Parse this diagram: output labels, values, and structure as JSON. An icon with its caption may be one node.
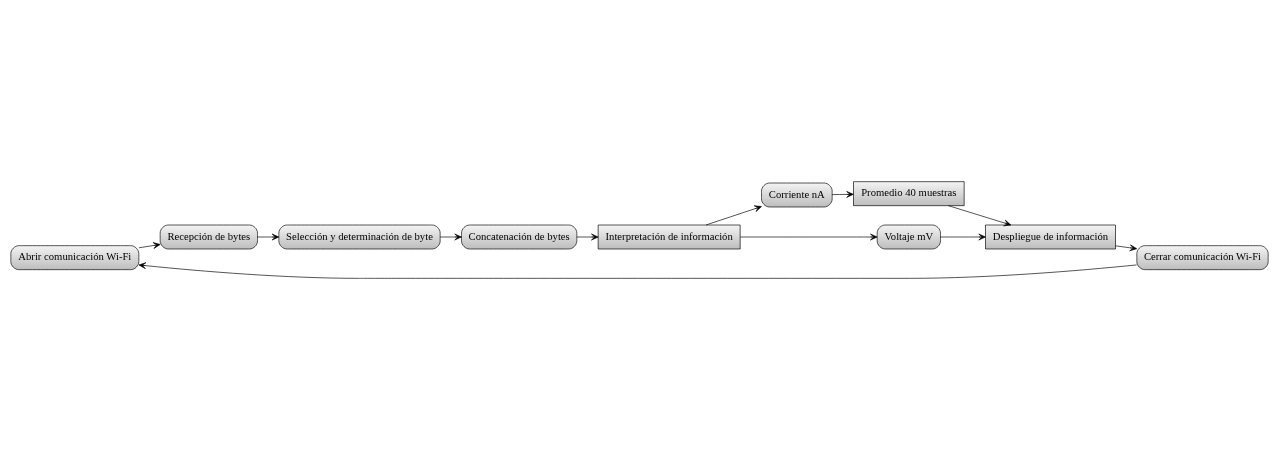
{
  "diagram": {
    "nodes": [
      {
        "text": [
          "Abrir comunicación Wi-Fi"
        ]
      },
      {
        "text": [
          "Recepción de bytes"
        ]
      },
      {
        "text": [
          "Selección y determinación de byte"
        ]
      },
      {
        "text": [
          "Concatenación de bytes"
        ]
      },
      {
        "text": [
          "Interpretación de información"
        ]
      },
      {
        "text": [
          "Corriente nA"
        ]
      },
      {
        "text": [
          "Promedio 40 muestras"
        ]
      },
      {
        "text": [
          "Voltaje mV"
        ]
      },
      {
        "text": [
          "Despliegue de información"
        ]
      },
      {
        "text": [
          "Cerrar comunicación Wi-Fi"
        ]
      }
    ],
    "edges": [
      {
        "from": 0,
        "to": 1,
        "arrow": "to"
      },
      {
        "from": 1,
        "to": 2,
        "arrow": "to"
      },
      {
        "from": 2,
        "to": 3,
        "arrow": "to"
      },
      {
        "from": 3,
        "to": 4,
        "arrow": "to"
      },
      {
        "from": 4,
        "to": 5,
        "arrow": "to"
      },
      {
        "from": 4,
        "to": 7,
        "arrow": "to"
      },
      {
        "from": 5,
        "to": 6,
        "arrow": "to"
      },
      {
        "from": 6,
        "to": 8,
        "arrow": "to"
      },
      {
        "from": 7,
        "to": 8,
        "arrow": "to"
      },
      {
        "from": 8,
        "to": 9,
        "arrow": "to"
      },
      {
        "from": 9,
        "to": 0,
        "arrow": "to"
      }
    ]
  }
}
